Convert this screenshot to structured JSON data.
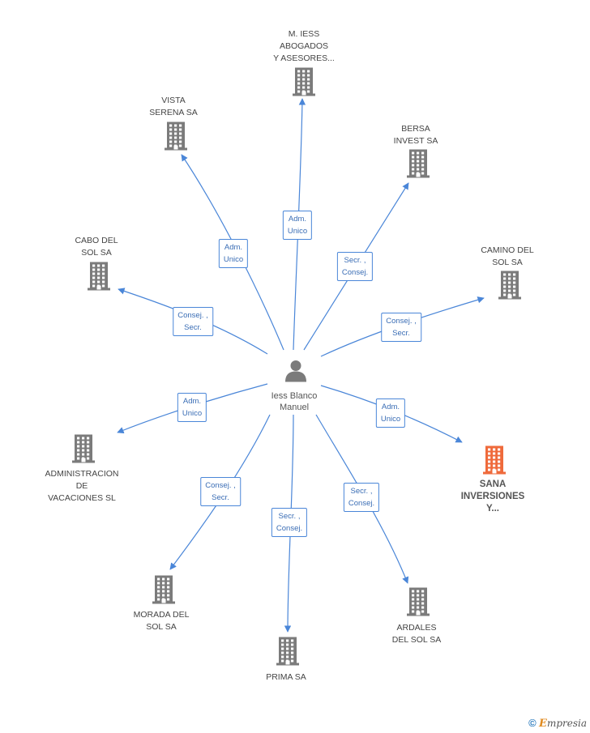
{
  "center": {
    "name_lines": [
      "Iess Blanco",
      "Manuel"
    ],
    "icon": "person-icon"
  },
  "colors": {
    "edge": "#4a86d8",
    "building": "#7b7b7b",
    "highlight": "#ef6a3b"
  },
  "nodes": [
    {
      "id": "m-iess",
      "lines": [
        "M.  IESS",
        "ABOGADOS",
        "Y ASESORES..."
      ],
      "role_lines": [
        "Adm.",
        "Unico"
      ],
      "highlight": false
    },
    {
      "id": "vista-serena",
      "lines": [
        "VISTA",
        "SERENA SA"
      ],
      "role_lines": [
        "Adm.",
        "Unico"
      ],
      "highlight": false
    },
    {
      "id": "bersa-invest",
      "lines": [
        "BERSA",
        "INVEST SA"
      ],
      "role_lines": [
        "Secr. ,",
        "Consej."
      ],
      "highlight": false
    },
    {
      "id": "cabo-del-sol",
      "lines": [
        "CABO DEL",
        "SOL SA"
      ],
      "role_lines": [
        "Consej. ,",
        "Secr."
      ],
      "highlight": false
    },
    {
      "id": "camino-del-sol",
      "lines": [
        "CAMINO DEL",
        "SOL SA"
      ],
      "role_lines": [
        "Consej. ,",
        "Secr."
      ],
      "highlight": false
    },
    {
      "id": "administracion",
      "lines": [
        "ADMINISTRACION",
        "DE",
        "VACACIONES SL"
      ],
      "role_lines": [
        "Adm.",
        "Unico"
      ],
      "highlight": false
    },
    {
      "id": "sana-inversiones",
      "lines": [
        "SANA",
        "INVERSIONES",
        "Y..."
      ],
      "role_lines": [
        "Adm.",
        "Unico"
      ],
      "highlight": true
    },
    {
      "id": "morada-del-sol",
      "lines": [
        "MORADA DEL",
        "SOL SA"
      ],
      "role_lines": [
        "Consej. ,",
        "Secr."
      ],
      "highlight": false
    },
    {
      "id": "prima",
      "lines": [
        "PRIMA SA"
      ],
      "role_lines": [
        "Secr. ,",
        "Consej."
      ],
      "highlight": false
    },
    {
      "id": "ardales-del-sol",
      "lines": [
        "ARDALES",
        "DEL SOL SA"
      ],
      "role_lines": [
        "Secr. ,",
        "Consej."
      ],
      "highlight": false
    }
  ],
  "brand": {
    "copyright": "©",
    "e": "E",
    "rest": "mpresia"
  }
}
